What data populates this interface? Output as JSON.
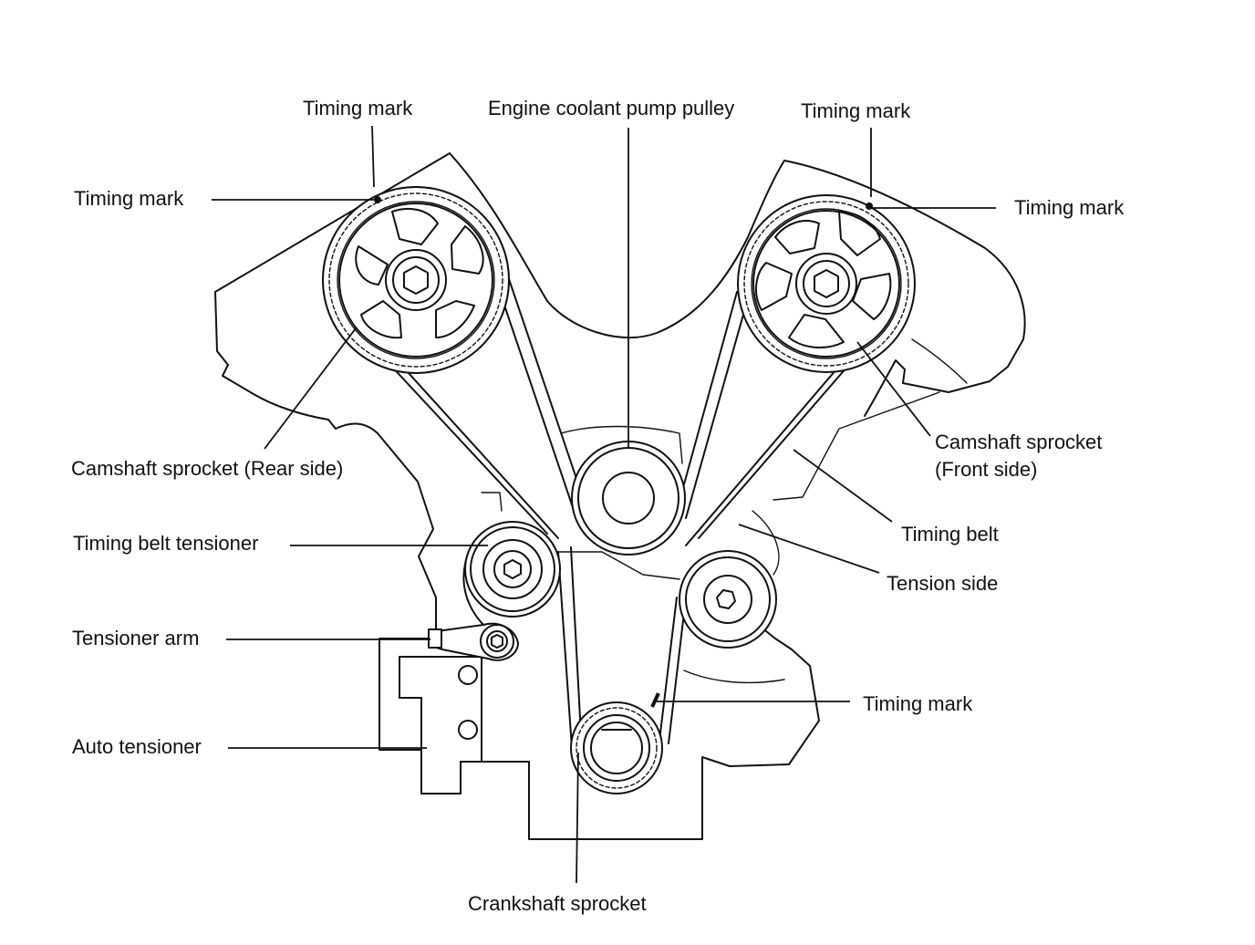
{
  "labels": {
    "timing_mark_top_left": "Timing mark",
    "coolant_pump_pulley": "Engine coolant pump pulley",
    "timing_mark_top_right": "Timing mark",
    "timing_mark_left": "Timing mark",
    "timing_mark_right": "Timing mark",
    "camshaft_rear_side": "Camshaft sprocket (Rear side)",
    "camshaft_front_side_line1": "Camshaft sprocket",
    "camshaft_front_side_line2": "(Front side)",
    "timing_belt_tensioner": "Timing belt tensioner",
    "timing_belt": "Timing belt",
    "tension_side": "Tension side",
    "tensioner_arm": "Tensioner arm",
    "timing_mark_crank": "Timing mark",
    "auto_tensioner": "Auto tensioner",
    "crankshaft_sprocket": "Crankshaft sprocket"
  },
  "colors": {
    "ink": "#111111",
    "background": "#ffffff"
  }
}
